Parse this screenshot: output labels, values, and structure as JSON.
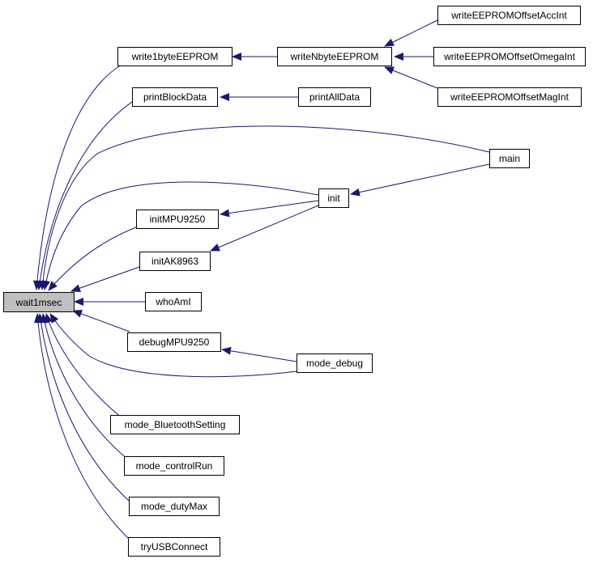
{
  "graph": {
    "edge_color": "#191970",
    "root_fill": "#bfbfbf",
    "nodes": {
      "wait1msec": "wait1msec",
      "write1byteEEPROM": "write1byteEEPROM",
      "writeNbyteEEPROM": "writeNbyteEEPROM",
      "writeEEPROMOffsetAccInt": "writeEEPROMOffsetAccInt",
      "writeEEPROMOffsetOmegaInt": "writeEEPROMOffsetOmegaInt",
      "writeEEPROMOffsetMagInt": "writeEEPROMOffsetMagInt",
      "printBlockData": "printBlockData",
      "printAllData": "printAllData",
      "main": "main",
      "init": "init",
      "initMPU9250": "initMPU9250",
      "initAK8963": "initAK8963",
      "whoAmI": "whoAmI",
      "debugMPU9250": "debugMPU9250",
      "mode_debug": "mode_debug",
      "mode_BluetoothSetting": "mode_BluetoothSetting",
      "mode_controlRun": "mode_controlRun",
      "mode_dutyMax": "mode_dutyMax",
      "tryUSBConnect": "tryUSBConnect"
    }
  }
}
